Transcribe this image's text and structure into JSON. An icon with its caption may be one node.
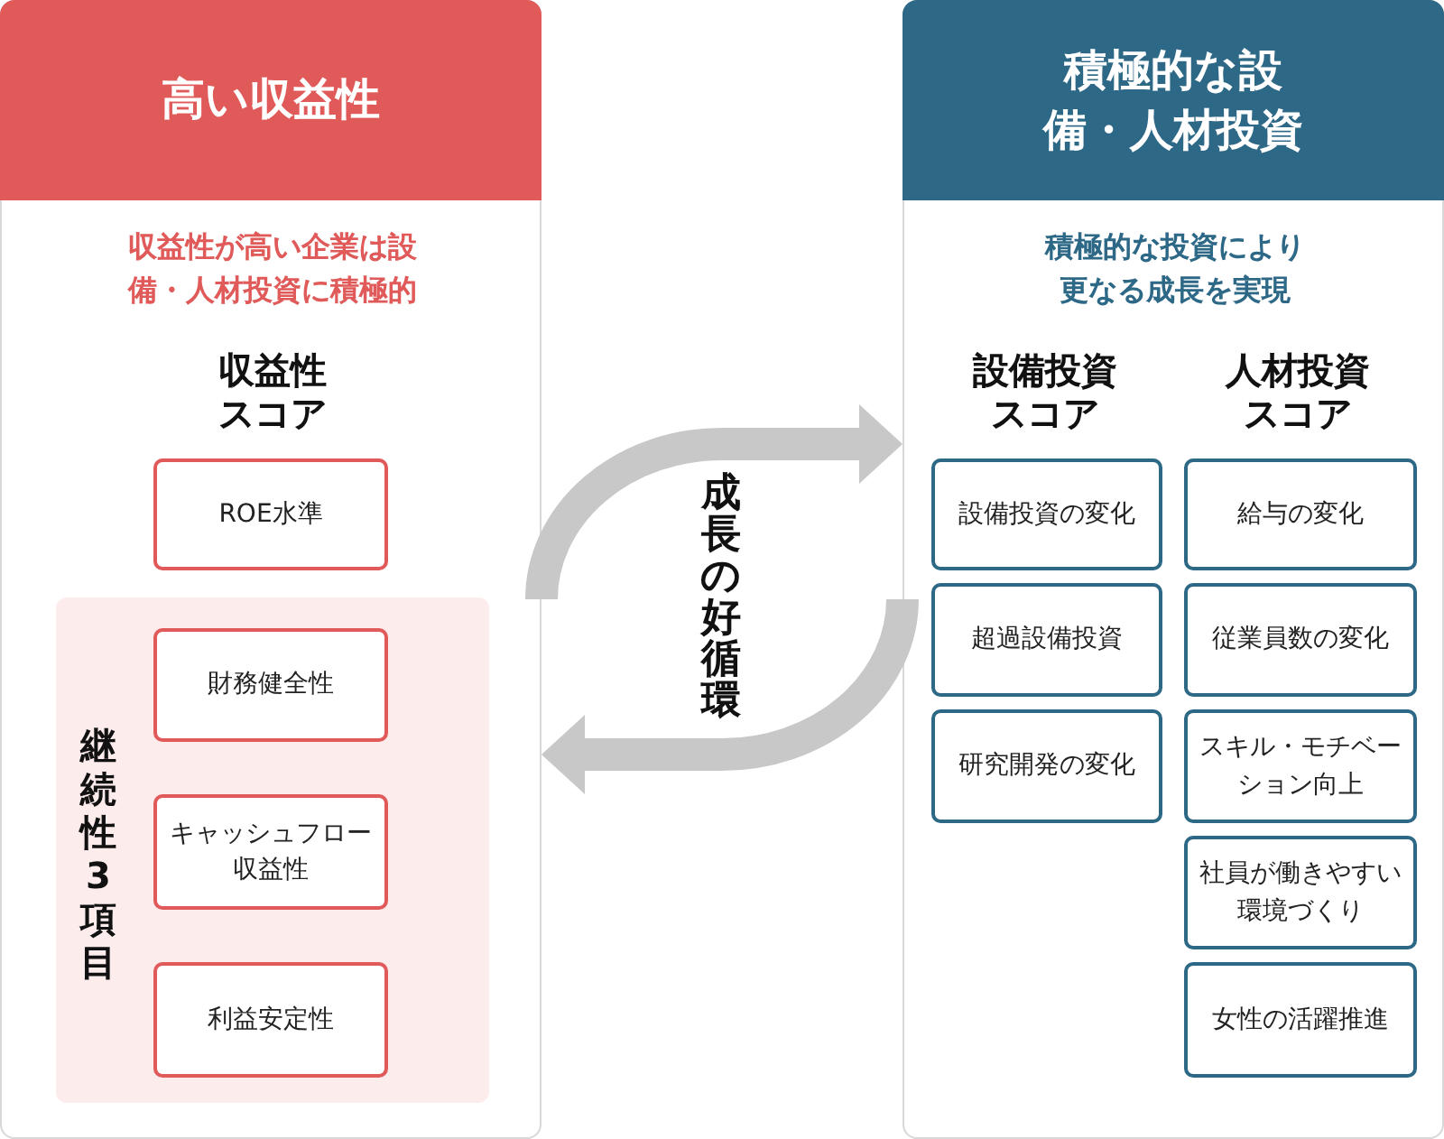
{
  "diagram": {
    "nodes": [
      {
        "text": [
          "高い収益性",
          "収益性が高い企業は設備・人材投資に積極的",
          "収益性スコア"
        ]
      },
      {
        "text": [
          "ROE水準"
        ],
        "in": 0
      },
      {
        "text": [
          "継続性3項目"
        ],
        "in": 0
      },
      {
        "text": [
          "財務健全性"
        ],
        "in": 2
      },
      {
        "text": [
          "キャッシュフロー収益性"
        ],
        "in": 2
      },
      {
        "text": [
          "利益安定性"
        ],
        "in": 2
      },
      {
        "text": [
          "積極的な設備・人材投資",
          "積極的な投資により更なる成長を実現",
          "設備投資スコア",
          "人材投資スコア"
        ]
      },
      {
        "text": [
          "設備投資の変化"
        ],
        "in": 6
      },
      {
        "text": [
          "超過設備投資"
        ],
        "in": 6
      },
      {
        "text": [
          "研究開発の変化"
        ],
        "in": 6
      },
      {
        "text": [
          "給与の変化"
        ],
        "in": 6
      },
      {
        "text": [
          "従業員数の変化"
        ],
        "in": 6
      },
      {
        "text": [
          "スキル・モチベーション向上"
        ],
        "in": 6
      },
      {
        "text": [
          "社員が働きやすい環境づくり"
        ],
        "in": 6
      },
      {
        "text": [
          "女性の活躍推進"
        ],
        "in": 6
      }
    ],
    "edges": [
      {
        "from": 0,
        "to": 6,
        "arrow": "to"
      },
      {
        "from": 6,
        "to": 0,
        "arrow": "to"
      }
    ],
    "labels": [
      "成長の好循環"
    ]
  }
}
